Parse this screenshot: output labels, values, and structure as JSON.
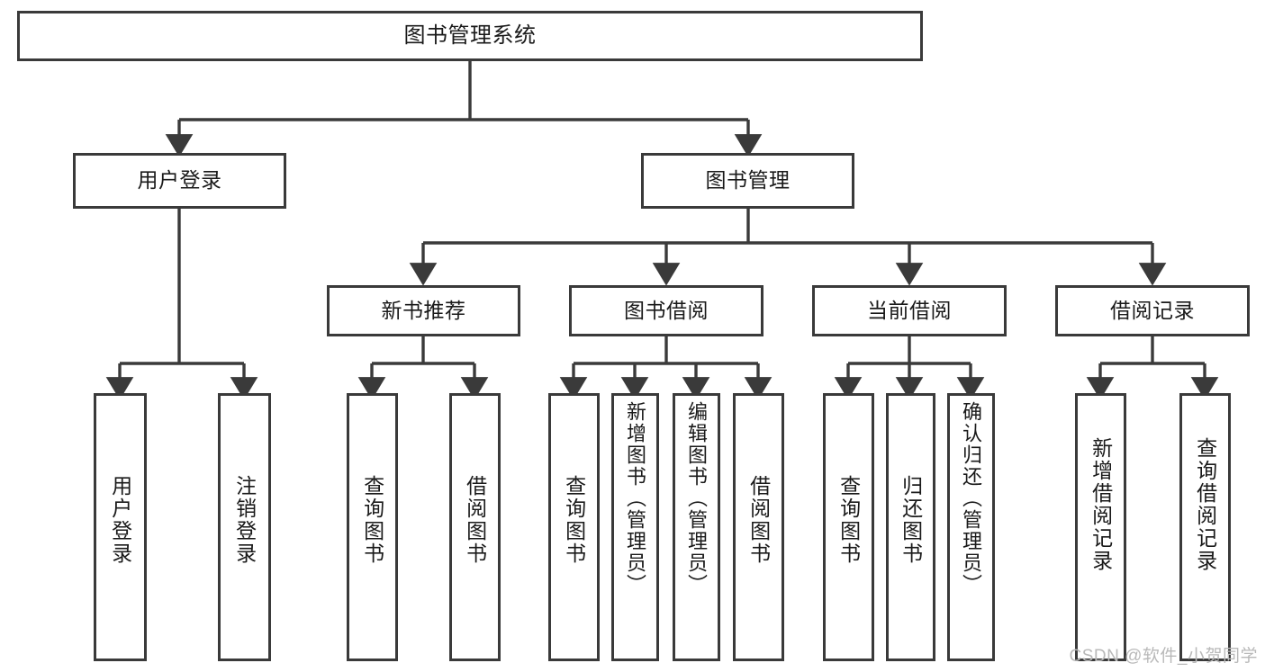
{
  "diagram": {
    "title": "图书管理系统",
    "type": "tree-hierarchy-flowchart",
    "root": {
      "label": "图书管理系统"
    },
    "level1": [
      {
        "label": "用户登录"
      },
      {
        "label": "图书管理"
      }
    ],
    "level2": [
      {
        "label": "新书推荐"
      },
      {
        "label": "图书借阅"
      },
      {
        "label": "当前借阅"
      },
      {
        "label": "借阅记录"
      }
    ],
    "leaves": {
      "user_login": [
        {
          "label": "用户登录"
        },
        {
          "label": "注销登录"
        }
      ],
      "new_book_recommend": [
        {
          "label": "查询图书"
        },
        {
          "label": "借阅图书"
        }
      ],
      "book_borrow": [
        {
          "label": "查询图书"
        },
        {
          "label": "新增图书（管理员）"
        },
        {
          "label": "编辑图书（管理员）"
        },
        {
          "label": "借阅图书"
        }
      ],
      "current_borrow": [
        {
          "label": "查询图书"
        },
        {
          "label": "归还图书"
        },
        {
          "label": "确认归还（管理员）"
        }
      ],
      "borrow_records": [
        {
          "label": "新增借阅记录"
        },
        {
          "label": "查询借阅记录"
        }
      ]
    }
  },
  "watermark": {
    "text": "CSDN @软件_小贺同学"
  },
  "colors": {
    "stroke": "#3a3a3a",
    "fill": "#ffffff",
    "text": "#1a1a1a",
    "watermark": "#b9b9b9"
  }
}
